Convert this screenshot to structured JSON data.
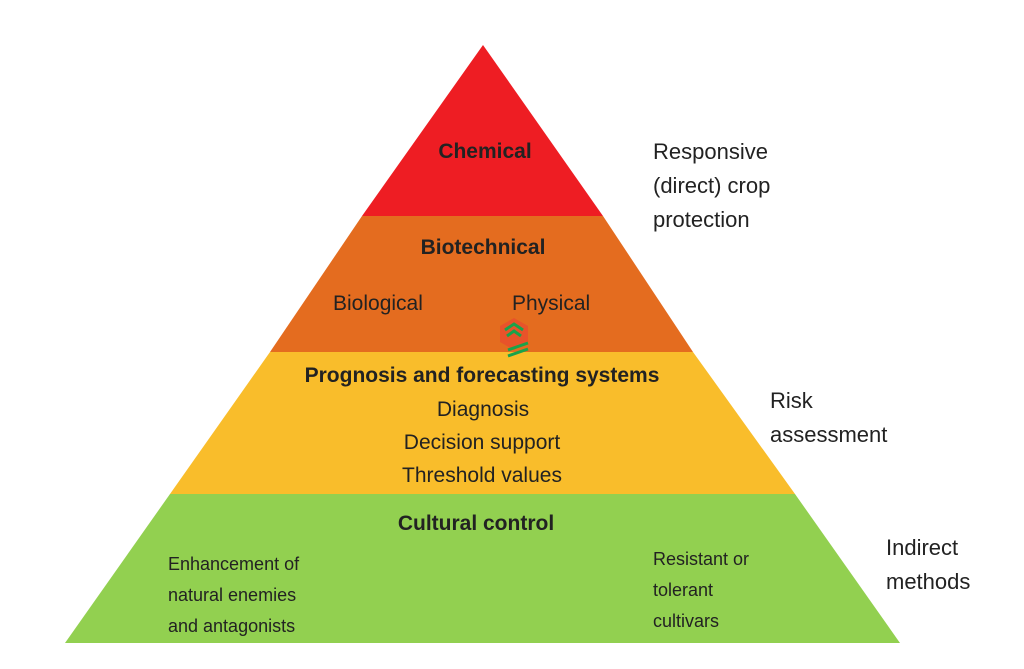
{
  "colors": {
    "chemical": "#ee1d23",
    "biotechnical": "#e46c1f",
    "prognosis": "#f9bd2b",
    "cultural": "#92d050"
  },
  "layers": {
    "chemical": {
      "title": "Chemical"
    },
    "biotechnical": {
      "title": "Biotechnical",
      "left": "Biological",
      "right": "Physical"
    },
    "prognosis": {
      "title": "Prognosis and forecasting systems",
      "items": [
        "Diagnosis",
        "Decision support",
        "Threshold values"
      ]
    },
    "cultural": {
      "title": "Cultural control",
      "left": [
        "Enhancement of",
        "natural enemies",
        "and antagonists"
      ],
      "right": [
        "Resistant or",
        "tolerant",
        "cultivars"
      ]
    }
  },
  "side_labels": {
    "responsive": [
      "Responsive",
      "(direct) crop",
      "protection"
    ],
    "risk": [
      "Risk",
      "assessment"
    ],
    "indirect": [
      "Indirect",
      "methods"
    ]
  }
}
